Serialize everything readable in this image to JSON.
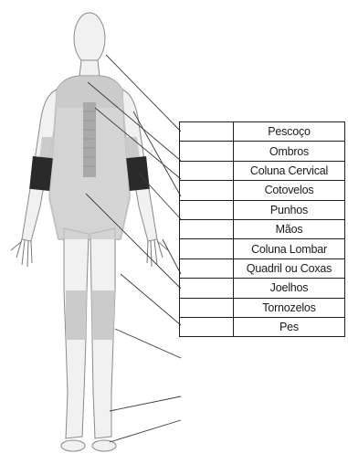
{
  "regions": [
    {
      "label": "Pescoço"
    },
    {
      "label": "Ombros"
    },
    {
      "label": "Coluna Cervical"
    },
    {
      "label": "Cotovelos"
    },
    {
      "label": "Punhos"
    },
    {
      "label": "Mãos"
    },
    {
      "label": "Coluna Lombar"
    },
    {
      "label": "Quadril ou Coxas"
    },
    {
      "label": "Joelhos"
    },
    {
      "label": "Tornozelos"
    },
    {
      "label": "Pes"
    }
  ],
  "colors": {
    "skin": "#f1f1f1",
    "outline": "#8a8a8a",
    "shaded": "#c9c9c9",
    "spine": "#a9a9a9",
    "bands": "#2a2a2a",
    "lines": "#3a3a3a"
  }
}
